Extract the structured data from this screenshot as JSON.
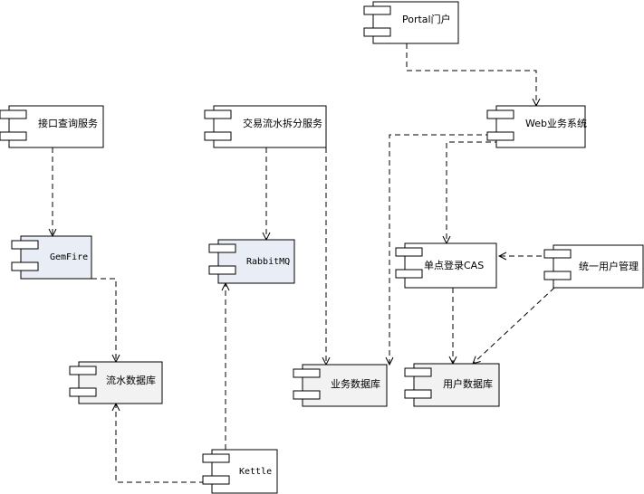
{
  "colors": {
    "white_fill": "#ffffff",
    "blue_fill": "#e9edf5",
    "gray_fill": "#f2f2f2",
    "stroke": "#000000"
  },
  "components": {
    "portal": "Portal门户",
    "web": "Web业务系统",
    "query": "接口查询服务",
    "split": "交易流水拆分服务",
    "gemfire": "GemFire",
    "rabbitmq": "RabbitMQ",
    "cas": "单点登录CAS",
    "uum": "统一用户管理",
    "flowdb": "流水数据库",
    "bizdb": "业务数据库",
    "userdb": "用户数据库",
    "kettle": "Kettle"
  }
}
